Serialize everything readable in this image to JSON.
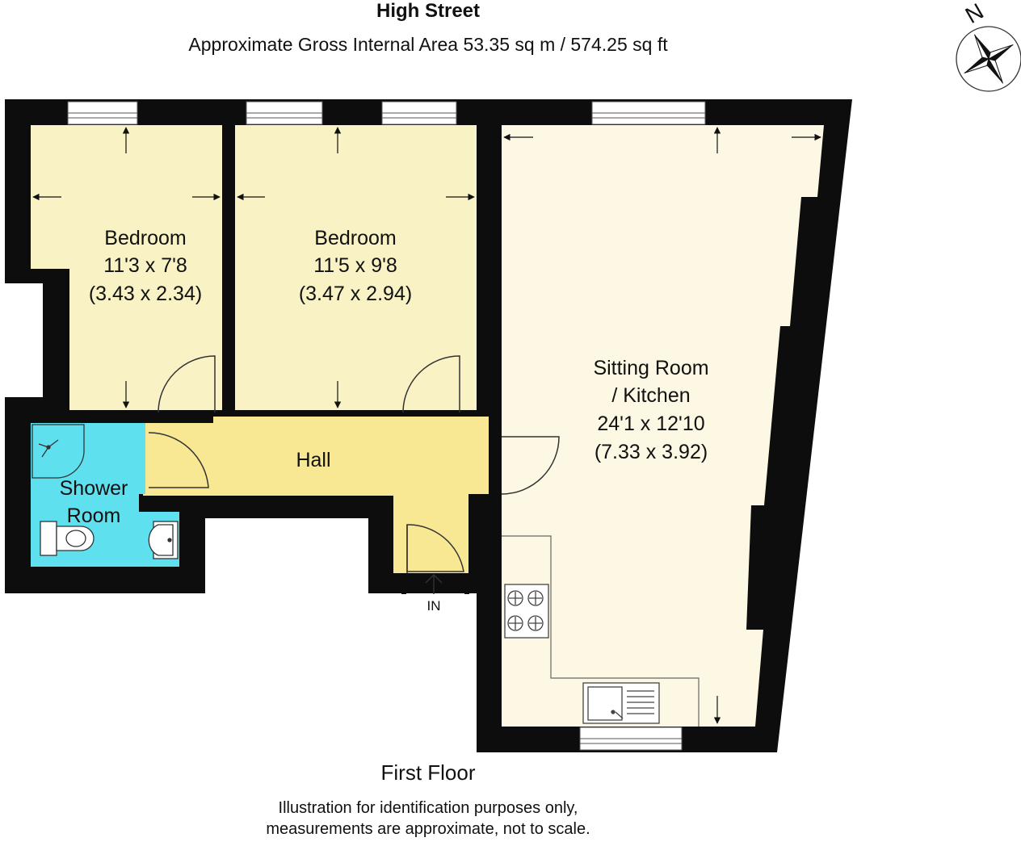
{
  "header": {
    "title": "High Street",
    "subtitle": "Approximate Gross Internal Area 53.35 sq m / 574.25 sq ft"
  },
  "compass": {
    "label": "N"
  },
  "rooms": {
    "bedroom1": {
      "name": "Bedroom",
      "imperial": "11'3 x 7'8",
      "metric": "(3.43 x 2.34)"
    },
    "bedroom2": {
      "name": "Bedroom",
      "imperial": "11'5 x 9'8",
      "metric": "(3.47 x 2.94)"
    },
    "sitting": {
      "name_line1": "Sitting Room",
      "name_line2": "/ Kitchen",
      "imperial": "24'1 x 12'10",
      "metric": "(7.33 x 3.92)"
    },
    "hall": {
      "name": "Hall"
    },
    "shower": {
      "name_line1": "Shower",
      "name_line2": "Room"
    }
  },
  "entrance": {
    "label": "IN"
  },
  "footer": {
    "floor": "First Floor",
    "disclaimer_line1": "Illustration for identification purposes only,",
    "disclaimer_line2": "measurements are approximate, not to scale."
  },
  "colors": {
    "wall": "#0d0d0d",
    "bedroom_fill": "#f8f2c4",
    "sitting_fill": "#fdf8e4",
    "hall_fill": "#f8e793",
    "shower_fill": "#5ee0ef"
  }
}
